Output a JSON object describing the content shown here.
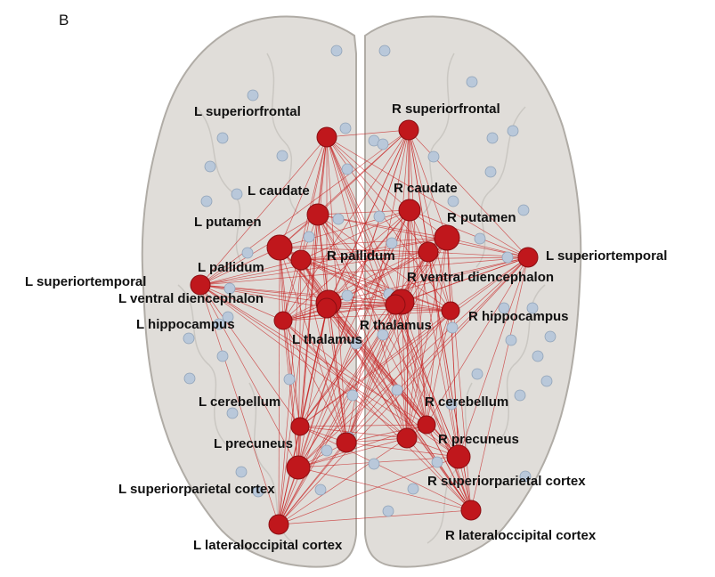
{
  "panel_label": "B",
  "colors": {
    "hub_node": "#c0171c",
    "peripheral_node": "#b9c8da",
    "edge": "#c62020",
    "brain_fill": "#d6d2cc",
    "brain_stroke": "#b0aca6"
  },
  "regions": [
    {
      "id": "l_superiorfrontal",
      "label": "L superiorfrontal"
    },
    {
      "id": "r_superiorfrontal",
      "label": "R superiorfrontal"
    },
    {
      "id": "l_caudate",
      "label": "L caudate"
    },
    {
      "id": "r_caudate",
      "label": "R caudate"
    },
    {
      "id": "l_putamen",
      "label": "L putamen"
    },
    {
      "id": "r_putamen",
      "label": "R putamen"
    },
    {
      "id": "l_pallidum",
      "label": "L pallidum"
    },
    {
      "id": "r_pallidum",
      "label": "R pallidum"
    },
    {
      "id": "l_superiortemporal",
      "label": "L superiortemporal"
    },
    {
      "id": "r_superiortemporal",
      "label": "L superiortemporal"
    },
    {
      "id": "l_ventral_diencephalon",
      "label": "L ventral diencephalon"
    },
    {
      "id": "r_ventral_diencephalon",
      "label": "R ventral diencephalon"
    },
    {
      "id": "l_hippocampus",
      "label": "L hippocampus"
    },
    {
      "id": "r_hippocampus",
      "label": "R hippocampus"
    },
    {
      "id": "l_thalamus",
      "label": "L thalamus"
    },
    {
      "id": "r_thalamus",
      "label": "R thalamus"
    },
    {
      "id": "l_cerebellum",
      "label": "L cerebellum"
    },
    {
      "id": "r_cerebellum",
      "label": "R cerebellum"
    },
    {
      "id": "l_precuneus",
      "label": "L precuneus"
    },
    {
      "id": "r_precuneus",
      "label": "R precuneus"
    },
    {
      "id": "l_superiorparietal",
      "label": "L superiorparietal cortex"
    },
    {
      "id": "r_superiorparietal",
      "label": "R superiorparietal cortex"
    },
    {
      "id": "l_lateraloccipital",
      "label": "L lateraloccipital cortex"
    },
    {
      "id": "r_lateraloccipital",
      "label": "R lateraloccipital cortex"
    }
  ]
}
